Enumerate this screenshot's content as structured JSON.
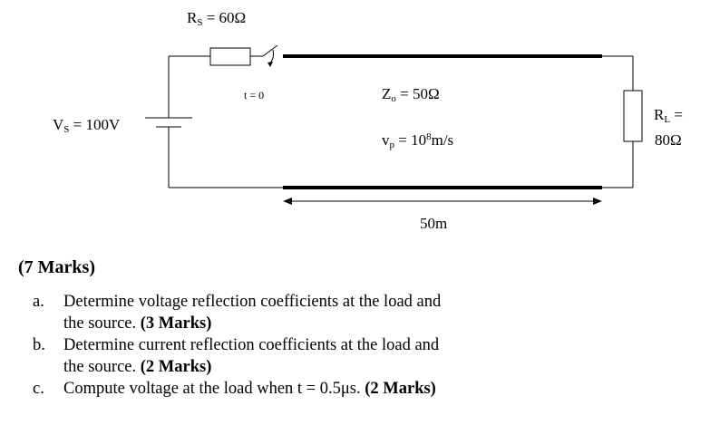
{
  "circuit": {
    "rs": {
      "sym": "R",
      "sub": "S",
      "val": " = 60Ω"
    },
    "switch_time": "t = 0",
    "vs": {
      "sym": "V",
      "sub": "S",
      "val": " = 100V"
    },
    "z0": {
      "sym": "Z",
      "sub": "o",
      "val": " = 50Ω"
    },
    "vp": {
      "sym": "v",
      "sub": "p",
      "val1": " = 10",
      "sup": "8",
      "val2": "m/s"
    },
    "rl": {
      "sym": "R",
      "sub": "L",
      "val1": " =",
      "val2": "80Ω"
    },
    "length": "50m"
  },
  "marks_title": "(7 Marks)",
  "questions": [
    {
      "letter": "a.",
      "line1": "Determine voltage reflection coefficients at the load and",
      "line2": "the source. ",
      "marks": "(3 Marks)"
    },
    {
      "letter": "b.",
      "line1": "Determine current reflection coefficients at the load and",
      "line2": "the source. ",
      "marks": "(2 Marks)"
    },
    {
      "letter": "c.",
      "line1": "Compute voltage at the load when t = 0.5μs. ",
      "line2": "",
      "marks": "(2 Marks)"
    }
  ]
}
